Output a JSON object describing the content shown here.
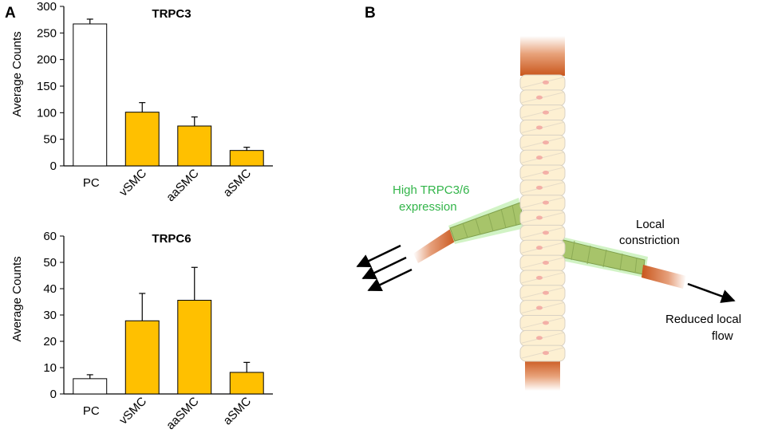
{
  "panel_a_label": "A",
  "panel_b_label": "B",
  "chart_data": [
    {
      "type": "bar",
      "title": "TRPC3",
      "ylabel": "Average Counts",
      "xlabel": "",
      "categories": [
        "PC",
        "vSMC",
        "aaSMC",
        "aSMC"
      ],
      "values": [
        267,
        101,
        75,
        29
      ],
      "errors": [
        9,
        18,
        17,
        6
      ],
      "colors": [
        "#ffffff",
        "#ffc000",
        "#ffc000",
        "#ffc000"
      ],
      "ylim": [
        0,
        300
      ],
      "yticks": [
        0,
        50,
        100,
        150,
        200,
        250,
        300
      ],
      "grid": false,
      "legend": "none"
    },
    {
      "type": "bar",
      "title": "TRPC6",
      "ylabel": "Average Counts",
      "xlabel": "",
      "categories": [
        "PC",
        "vSMC",
        "aaSMC",
        "aSMC"
      ],
      "values": [
        5.8,
        27.8,
        35.6,
        8.2
      ],
      "errors": [
        1.5,
        10.4,
        12.5,
        3.8
      ],
      "colors": [
        "#ffffff",
        "#ffc000",
        "#ffc000",
        "#ffc000"
      ],
      "ylim": [
        0,
        60
      ],
      "yticks": [
        0,
        10,
        20,
        30,
        40,
        50,
        60
      ],
      "grid": false,
      "legend": "none"
    }
  ],
  "diagram": {
    "label_high_expression_1": "High TRPC3/6",
    "label_high_expression_2": "expression",
    "label_constriction_1": "Local",
    "label_constriction_2": "constriction",
    "label_flow_1": "Reduced local",
    "label_flow_2": "flow",
    "colors": {
      "blood": "#c9561c",
      "cell": "#fdf0d2",
      "cell_outline": "#d9d2c4",
      "nucleus": "#f2a4a0",
      "green_cells": "#a7c46a",
      "green_glow": "#c6f0b6",
      "label_green": "#33b54a"
    }
  }
}
